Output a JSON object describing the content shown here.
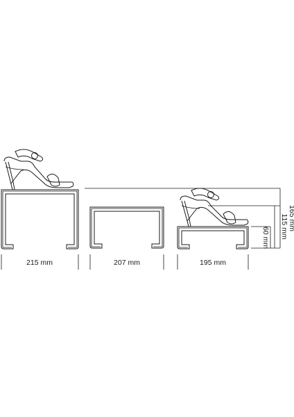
{
  "dimensions": {
    "width_large": "215 mm",
    "width_medium": "207 mm",
    "width_small": "195 mm",
    "height_total": "165 mm",
    "height_mid": "115 mm",
    "height_riser": "60 mm"
  },
  "icons": [
    "sandal-icon",
    "display-riser-icon"
  ]
}
